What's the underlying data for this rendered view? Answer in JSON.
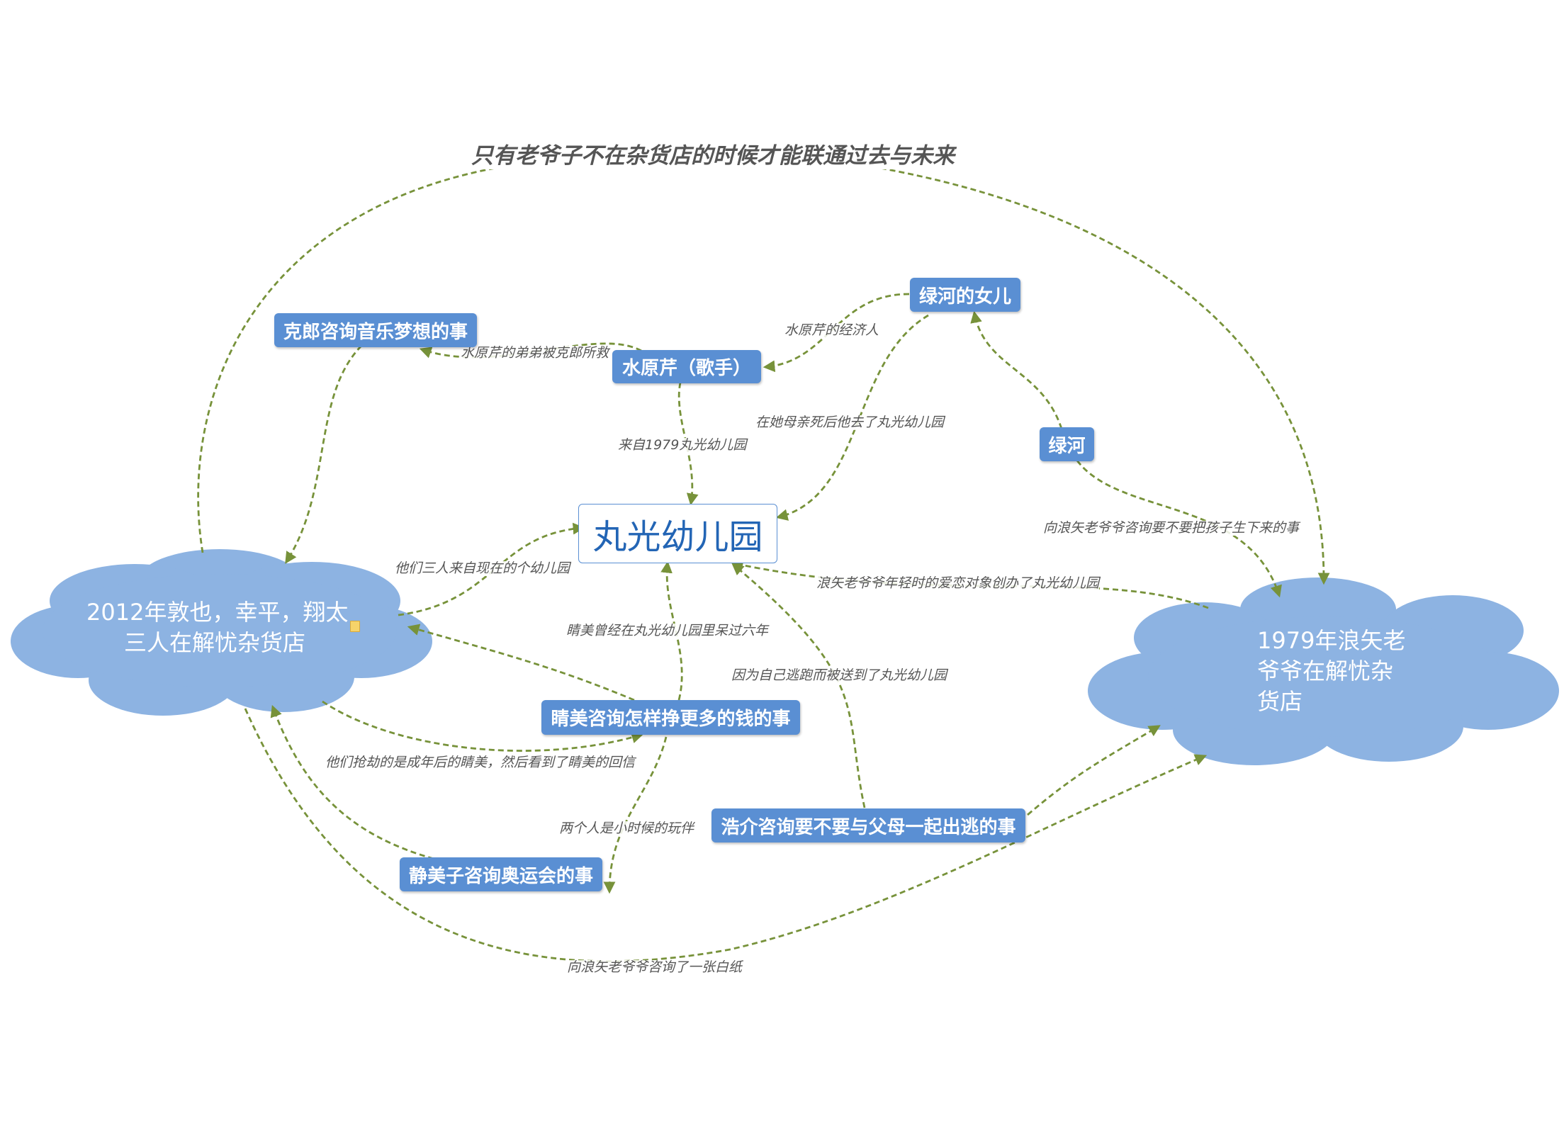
{
  "title": "只有老爷子不在杂货店的时候才能联通过去与未来",
  "central": "丸光幼儿园",
  "clouds": {
    "left": {
      "line1": "2012年敦也，幸平，翔太",
      "line2": "三人在解忧杂货店"
    },
    "right": {
      "line1": "1979年浪矢老",
      "line2": "爷爷在解忧杂",
      "line3": "货店"
    }
  },
  "topics": {
    "kelang": "克郎咨询音乐梦想的事",
    "shuiyuan": "水原芹（歌手）",
    "lvhe_daughter": "绿河的女儿",
    "lvhe": "绿河",
    "qingmei": "睛美咨询怎样挣更多的钱的事",
    "haojie": "浩介咨询要不要与父母一起出逃的事",
    "jingmeizi": "静美子咨询奥运会的事"
  },
  "edge_labels": {
    "shuiyuan_kelang": "水原芹的弟弟被克郎所救",
    "daughter_shuiyuan": "水原芹的经济人",
    "shuiyuan_central": "来自1979丸光幼儿园",
    "daughter_central": "在她母亲死后他去了丸光幼儿园",
    "left_central": "他们三人来自现在的个幼儿园",
    "right_central": "浪矢老爷爷年轻时的爱恋对象创办了丸光幼儿园",
    "lvhe_right": "向浪矢老爷爷咨询要不要把孩子生下来的事",
    "qingmei_central": "睛美曾经在丸光幼儿园里呆过六年",
    "haojie_central": "因为自己逃跑而被送到了丸光幼儿园",
    "left_qingmei": "他们抢劫的是成年后的睛美，然后看到了睛美的回信",
    "qingmei_jingmeizi": "两个人是小时候的玩伴",
    "left_right": "向浪矢老爷爷咨询了一张白纸"
  },
  "colors": {
    "topic_fill": "#5a8fd3",
    "cloud_fill": "#8db3e2",
    "central_text": "#2365b5",
    "edge": "#77923a"
  }
}
